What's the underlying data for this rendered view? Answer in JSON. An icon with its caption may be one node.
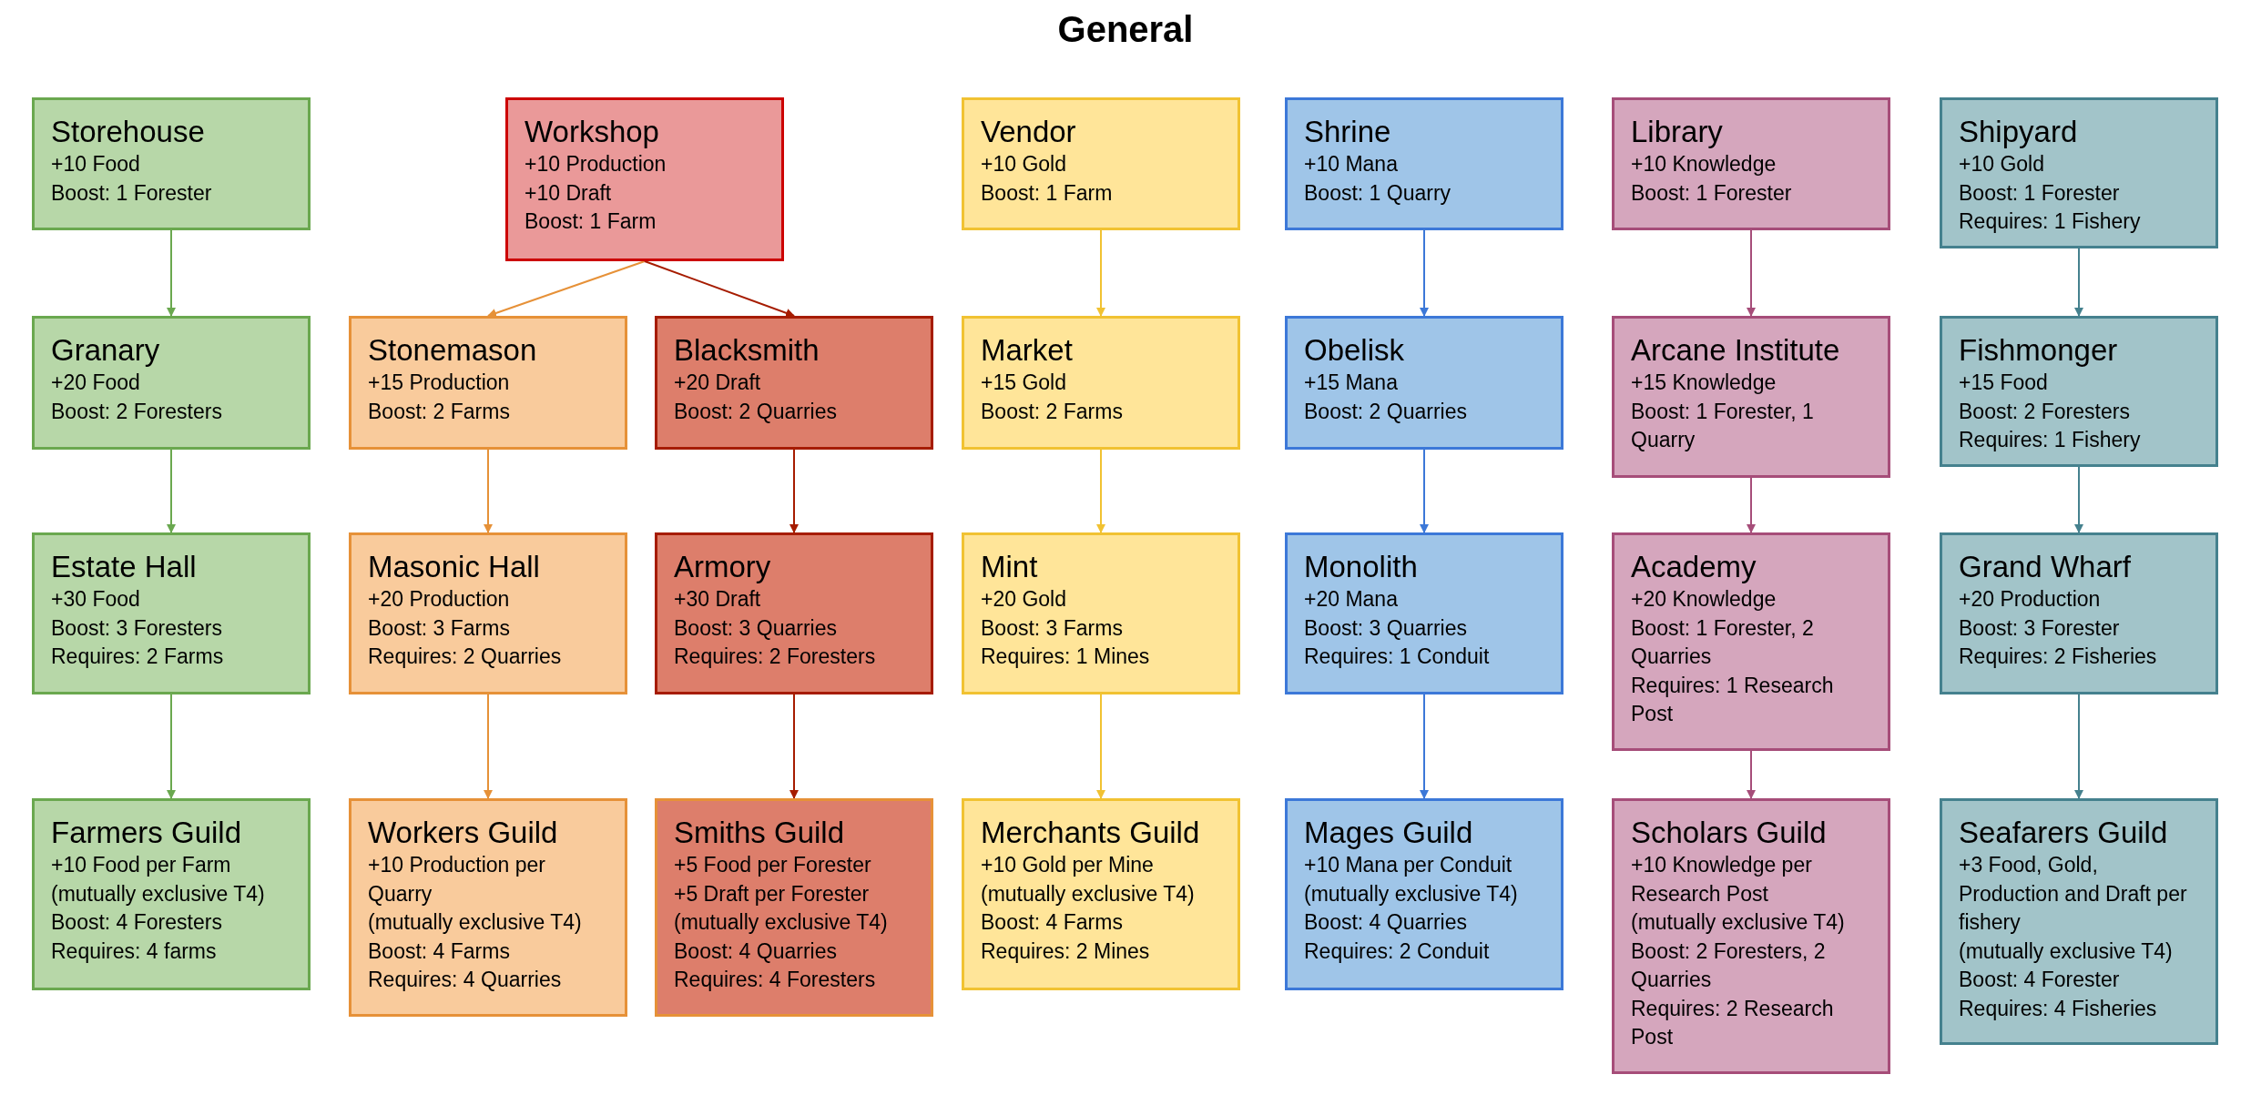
{
  "diagram": {
    "title": "General",
    "nodes": [
      {
        "text": [
          "Storehouse",
          "+10 Food",
          "Boost: 1 Forester"
        ]
      },
      {
        "text": [
          "Granary",
          "+20 Food",
          "Boost: 2 Foresters"
        ]
      },
      {
        "text": [
          "Estate Hall",
          "+30 Food",
          "Boost: 3 Foresters",
          "Requires: 2 Farms"
        ]
      },
      {
        "text": [
          "Farmers Guild",
          "+10 Food per Farm",
          "(mutually exclusive T4)",
          "Boost: 4 Foresters",
          "Requires: 4 farms"
        ]
      },
      {
        "text": [
          "Workshop",
          "+10 Production",
          "+10 Draft",
          "Boost: 1 Farm"
        ]
      },
      {
        "text": [
          "Stonemason",
          "+15 Production",
          "Boost: 2 Farms"
        ]
      },
      {
        "text": [
          "Masonic Hall",
          "+20 Production",
          "Boost: 3 Farms",
          "Requires: 2 Quarries"
        ]
      },
      {
        "text": [
          "Workers Guild",
          "+10 Production per Quarry",
          "(mutually exclusive T4)",
          "Boost: 4 Farms",
          "Requires: 4 Quarries"
        ]
      },
      {
        "text": [
          "Blacksmith",
          "+20 Draft",
          "Boost: 2 Quarries"
        ]
      },
      {
        "text": [
          "Armory",
          "+30 Draft",
          "Boost: 3 Quarries",
          "Requires: 2 Foresters"
        ]
      },
      {
        "text": [
          "Smiths Guild",
          "+5 Food per Forester",
          "+5 Draft per Forester",
          "(mutually exclusive T4)",
          "Boost: 4 Quarries",
          "Requires: 4 Foresters"
        ]
      },
      {
        "text": [
          "Vendor",
          "+10 Gold",
          "Boost: 1 Farm"
        ]
      },
      {
        "text": [
          "Market",
          "+15 Gold",
          "Boost: 2 Farms"
        ]
      },
      {
        "text": [
          "Mint",
          "+20 Gold",
          "Boost: 3 Farms",
          "Requires: 1 Mines"
        ]
      },
      {
        "text": [
          "Merchants Guild",
          "+10 Gold per Mine",
          "(mutually exclusive T4)",
          "Boost: 4 Farms",
          "Requires: 2 Mines"
        ]
      },
      {
        "text": [
          "Shrine",
          "+10 Mana",
          "Boost: 1 Quarry"
        ]
      },
      {
        "text": [
          "Obelisk",
          "+15 Mana",
          "Boost: 2 Quarries"
        ]
      },
      {
        "text": [
          "Monolith",
          "+20 Mana",
          "Boost: 3 Quarries",
          "Requires: 1 Conduit"
        ]
      },
      {
        "text": [
          "Mages Guild",
          "+10 Mana per Conduit",
          "(mutually exclusive T4)",
          "Boost: 4 Quarries",
          "Requires: 2 Conduit"
        ]
      },
      {
        "text": [
          "Library",
          "+10 Knowledge",
          "Boost: 1 Forester"
        ]
      },
      {
        "text": [
          "Arcane Institute",
          "+15 Knowledge",
          "Boost: 1 Forester, 1 Quarry"
        ]
      },
      {
        "text": [
          "Academy",
          "+20 Knowledge",
          "Boost: 1 Forester, 2 Quarries",
          "Requires: 1 Research Post"
        ]
      },
      {
        "text": [
          "Scholars Guild",
          "+10 Knowledge per Research Post",
          "(mutually exclusive T4)",
          "Boost: 2 Foresters, 2 Quarries",
          "Requires: 2 Research Post"
        ]
      },
      {
        "text": [
          "Shipyard",
          "+10 Gold",
          "Boost: 1 Forester",
          "Requires: 1 Fishery"
        ]
      },
      {
        "text": [
          "Fishmonger",
          "+15 Food",
          "Boost: 2 Foresters",
          "Requires: 1 Fishery"
        ]
      },
      {
        "text": [
          "Grand Wharf",
          "+20 Production",
          "Boost: 3 Forester",
          "Requires: 2 Fisheries"
        ]
      },
      {
        "text": [
          "Seafarers Guild",
          "+3 Food, Gold, Production and Draft per fishery",
          "(mutually exclusive T4)",
          "Boost: 4 Forester",
          "Requires: 4 Fisheries"
        ]
      }
    ],
    "edges": [
      {
        "from": 0,
        "to": 1,
        "arrow": "to",
        "color": "#6aa84f"
      },
      {
        "from": 1,
        "to": 2,
        "arrow": "to",
        "color": "#6aa84f"
      },
      {
        "from": 2,
        "to": 3,
        "arrow": "to",
        "color": "#6aa84f"
      },
      {
        "from": 4,
        "to": 5,
        "arrow": "to",
        "color": "#e69138"
      },
      {
        "from": 5,
        "to": 6,
        "arrow": "to",
        "color": "#e69138"
      },
      {
        "from": 6,
        "to": 7,
        "arrow": "to",
        "color": "#e69138"
      },
      {
        "from": 4,
        "to": 8,
        "arrow": "to",
        "color": "#a61c00"
      },
      {
        "from": 8,
        "to": 9,
        "arrow": "to",
        "color": "#a61c00"
      },
      {
        "from": 9,
        "to": 10,
        "arrow": "to",
        "color": "#a61c00"
      },
      {
        "from": 11,
        "to": 12,
        "arrow": "to",
        "color": "#f1c232"
      },
      {
        "from": 12,
        "to": 13,
        "arrow": "to",
        "color": "#f1c232"
      },
      {
        "from": 13,
        "to": 14,
        "arrow": "to",
        "color": "#f1c232"
      },
      {
        "from": 15,
        "to": 16,
        "arrow": "to",
        "color": "#3c78d8"
      },
      {
        "from": 16,
        "to": 17,
        "arrow": "to",
        "color": "#3c78d8"
      },
      {
        "from": 17,
        "to": 18,
        "arrow": "to",
        "color": "#3c78d8"
      },
      {
        "from": 19,
        "to": 20,
        "arrow": "to",
        "color": "#a64d79"
      },
      {
        "from": 20,
        "to": 21,
        "arrow": "to",
        "color": "#a64d79"
      },
      {
        "from": 21,
        "to": 22,
        "arrow": "to",
        "color": "#a64d79"
      },
      {
        "from": 23,
        "to": 24,
        "arrow": "to",
        "color": "#45818e"
      },
      {
        "from": 24,
        "to": 25,
        "arrow": "to",
        "color": "#45818e"
      },
      {
        "from": 25,
        "to": 26,
        "arrow": "to",
        "color": "#45818e"
      }
    ]
  }
}
